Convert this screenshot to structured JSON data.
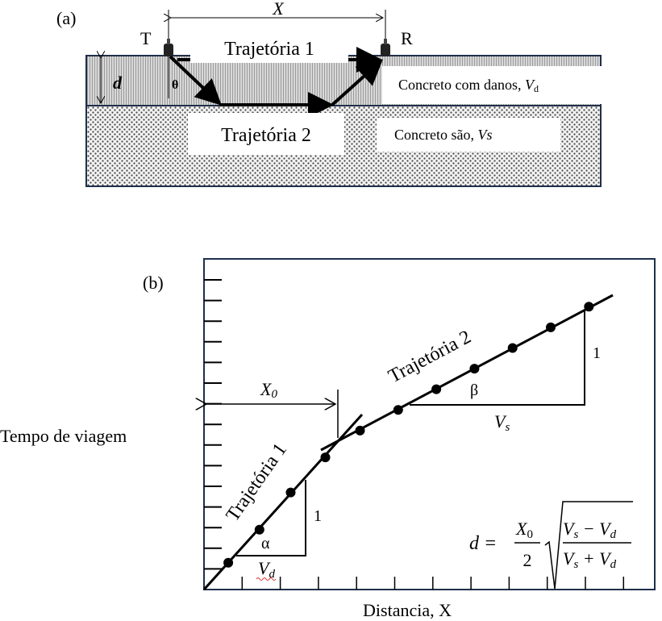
{
  "panel_a": {
    "label": "(a)",
    "distance_label": "X",
    "transmitter_label": "T",
    "receiver_label": "R",
    "depth_label": "d",
    "angle_label": "θ",
    "path1_label": "Trajetória 1",
    "path2_label": "Trajetória 2",
    "damaged_layer_label": "Concreto com danos, ",
    "damaged_velocity": "V",
    "damaged_velocity_sub": "d",
    "sound_layer_label": "Concreto são, ",
    "sound_velocity": "Vs"
  },
  "panel_b": {
    "label": "(b)",
    "ylabel": "Tempo de viagem",
    "xlabel": "Distancia, X",
    "x0_label": "X",
    "x0_sub": "0",
    "path1_label": "Trajetória 1",
    "path2_label": "Trajetória 2",
    "slope1_rise": "1",
    "slope1_angle": "α",
    "slope1_run": "V",
    "slope1_run_sub": "d",
    "slope2_rise": "1",
    "slope2_angle": "β",
    "slope2_run": "V",
    "slope2_run_sub": "s",
    "formula": {
      "lhs": "d =",
      "num": "X",
      "num_sub": "0",
      "den": "2",
      "top": "V",
      "top_sub1": "s",
      "top_op": " − V",
      "top_sub2": "d",
      "bottom": "V",
      "bottom_sub1": "s",
      "bottom_op": " + V",
      "bottom_sub2": "d"
    }
  },
  "chart_data": {
    "type": "scatter",
    "xlabel": "Distancia, X",
    "ylabel": "Tempo de viagem",
    "x_ticks": 11,
    "y_ticks": 15,
    "points": [
      [
        0.7,
        1.3
      ],
      [
        1.6,
        2.9
      ],
      [
        2.5,
        4.7
      ],
      [
        3.5,
        6.4
      ],
      [
        4.5,
        7.7
      ],
      [
        5.6,
        8.7
      ],
      [
        6.7,
        9.7
      ],
      [
        7.8,
        10.7
      ],
      [
        8.9,
        11.7
      ],
      [
        10.0,
        12.7
      ],
      [
        11.1,
        13.7
      ]
    ],
    "x0": 3.9
  }
}
